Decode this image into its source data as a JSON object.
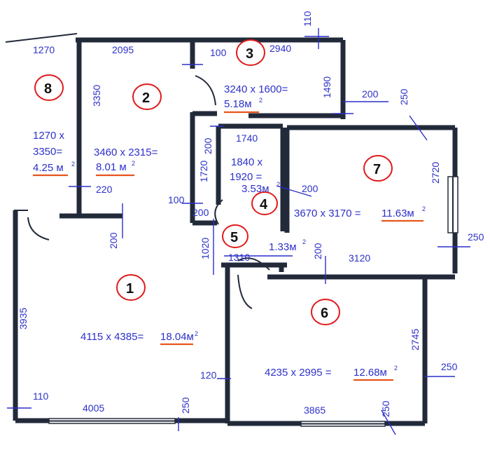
{
  "room_numbers": [
    "1",
    "2",
    "3",
    "4",
    "5",
    "6",
    "7",
    "8"
  ],
  "room1": {
    "formula": "4115 x 4385=",
    "area": "18.04м",
    "sup": "2"
  },
  "room2": {
    "formula": "3460 x 2315=",
    "area": "8.01 м",
    "sup": "2"
  },
  "room3": {
    "formula": "3240 x 1600=",
    "area": "5.18м",
    "sup": "2"
  },
  "room4": {
    "line1": "1840 x",
    "line2": "1920 =",
    "area": "3.53м",
    "sup": "2"
  },
  "room5": {
    "area": "1.33м",
    "sup": "2"
  },
  "room6": {
    "formula": "4235 x 2995 = ",
    "area": "12.68м",
    "sup": "2"
  },
  "room7": {
    "formula": "3670 x 3170 = ",
    "area": "11.63м",
    "sup": "2"
  },
  "room8": {
    "line1": "1270 x",
    "line2": "3350=",
    "area": "4.25 м",
    "sup": "2"
  },
  "dims": [
    "1270",
    "2095",
    "100",
    "2940",
    "110",
    "1490",
    "200",
    "250",
    "3350",
    "1740",
    "200",
    "1720",
    "220",
    "200",
    "100",
    "200",
    "2720",
    "1020",
    "1310",
    "200",
    "3120",
    "250",
    "3935",
    "2745",
    "120",
    "250",
    "110",
    "4005",
    "250",
    "3865",
    "250",
    "200"
  ]
}
